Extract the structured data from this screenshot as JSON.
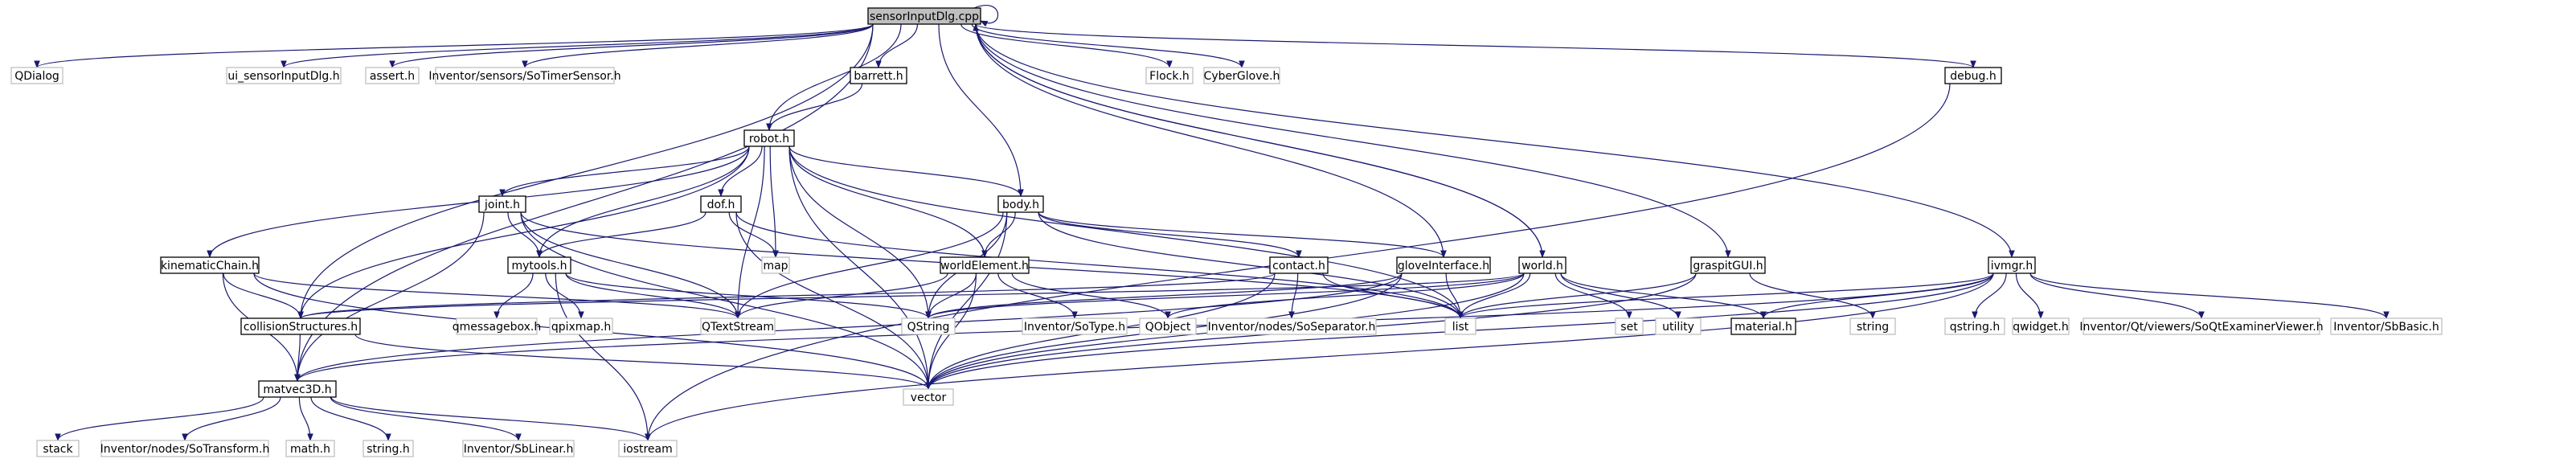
{
  "title": "sensorInputDlg.cpp",
  "colors": {
    "edge": "#191970",
    "node_border": "#000000",
    "external_border": "#bfbfbf",
    "root_fill": "#bfbfbf"
  },
  "nodes": [
    {
      "id": "sensorInputDlg.cpp",
      "label": "sensorInputDlg.cpp",
      "kind": "root"
    },
    {
      "id": "QDialog",
      "label": "QDialog",
      "kind": "external"
    },
    {
      "id": "ui_sensorInputDlg.h",
      "label": "ui_sensorInputDlg.h",
      "kind": "external"
    },
    {
      "id": "assert.h",
      "label": "assert.h",
      "kind": "external"
    },
    {
      "id": "SoTimerSensor",
      "label": "Inventor/sensors/SoTimerSensor.h",
      "kind": "external"
    },
    {
      "id": "barrett.h",
      "label": "barrett.h",
      "kind": "header"
    },
    {
      "id": "Flock.h",
      "label": "Flock.h",
      "kind": "external"
    },
    {
      "id": "CyberGlove.h",
      "label": "CyberGlove.h",
      "kind": "external"
    },
    {
      "id": "debug.h",
      "label": "debug.h",
      "kind": "header"
    },
    {
      "id": "robot.h",
      "label": "robot.h",
      "kind": "header"
    },
    {
      "id": "joint.h",
      "label": "joint.h",
      "kind": "header"
    },
    {
      "id": "dof.h",
      "label": "dof.h",
      "kind": "header"
    },
    {
      "id": "body.h",
      "label": "body.h",
      "kind": "header"
    },
    {
      "id": "kinematicChain.h",
      "label": "kinematicChain.h",
      "kind": "header"
    },
    {
      "id": "mytools.h",
      "label": "mytools.h",
      "kind": "header"
    },
    {
      "id": "map",
      "label": "map",
      "kind": "external"
    },
    {
      "id": "worldElement.h",
      "label": "worldElement.h",
      "kind": "header"
    },
    {
      "id": "contact.h",
      "label": "contact.h",
      "kind": "header"
    },
    {
      "id": "gloveInterface.h",
      "label": "gloveInterface.h",
      "kind": "header"
    },
    {
      "id": "world.h",
      "label": "world.h",
      "kind": "header"
    },
    {
      "id": "graspitGUI.h",
      "label": "graspitGUI.h",
      "kind": "header"
    },
    {
      "id": "ivmgr.h",
      "label": "ivmgr.h",
      "kind": "header"
    },
    {
      "id": "collisionStructures.h",
      "label": "collisionStructures.h",
      "kind": "header"
    },
    {
      "id": "qmessagebox.h",
      "label": "qmessagebox.h",
      "kind": "external"
    },
    {
      "id": "qpixmap.h",
      "label": "qpixmap.h",
      "kind": "external"
    },
    {
      "id": "QTextStream",
      "label": "QTextStream",
      "kind": "external"
    },
    {
      "id": "QString",
      "label": "QString",
      "kind": "external"
    },
    {
      "id": "SoType",
      "label": "Inventor/SoType.h",
      "kind": "external"
    },
    {
      "id": "QObject",
      "label": "QObject",
      "kind": "external"
    },
    {
      "id": "SoSeparator",
      "label": "Inventor/nodes/SoSeparator.h",
      "kind": "external"
    },
    {
      "id": "list",
      "label": "list",
      "kind": "external"
    },
    {
      "id": "set",
      "label": "set",
      "kind": "external"
    },
    {
      "id": "utility",
      "label": "utility",
      "kind": "external"
    },
    {
      "id": "material.h",
      "label": "material.h",
      "kind": "header"
    },
    {
      "id": "string",
      "label": "string",
      "kind": "external"
    },
    {
      "id": "qstring.h",
      "label": "qstring.h",
      "kind": "external"
    },
    {
      "id": "qwidget.h",
      "label": "qwidget.h",
      "kind": "external"
    },
    {
      "id": "SoQtExaminerViewer",
      "label": "Inventor/Qt/viewers/SoQtExaminerViewer.h",
      "kind": "external"
    },
    {
      "id": "SbBasic",
      "label": "Inventor/SbBasic.h",
      "kind": "external"
    },
    {
      "id": "matvec3D.h",
      "label": "matvec3D.h",
      "kind": "header"
    },
    {
      "id": "vector",
      "label": "vector",
      "kind": "external"
    },
    {
      "id": "stack",
      "label": "stack",
      "kind": "external"
    },
    {
      "id": "SoTransform",
      "label": "Inventor/nodes/SoTransform.h",
      "kind": "external"
    },
    {
      "id": "math.h",
      "label": "math.h",
      "kind": "external"
    },
    {
      "id": "string.h",
      "label": "string.h",
      "kind": "external"
    },
    {
      "id": "SbLinear",
      "label": "Inventor/SbLinear.h",
      "kind": "external"
    },
    {
      "id": "iostream",
      "label": "iostream",
      "kind": "external"
    }
  ],
  "edges": [
    [
      "sensorInputDlg.cpp",
      "QDialog"
    ],
    [
      "sensorInputDlg.cpp",
      "ui_sensorInputDlg.h"
    ],
    [
      "sensorInputDlg.cpp",
      "assert.h"
    ],
    [
      "sensorInputDlg.cpp",
      "SoTimerSensor"
    ],
    [
      "sensorInputDlg.cpp",
      "barrett.h"
    ],
    [
      "sensorInputDlg.cpp",
      "Flock.h"
    ],
    [
      "sensorInputDlg.cpp",
      "CyberGlove.h"
    ],
    [
      "sensorInputDlg.cpp",
      "debug.h"
    ],
    [
      "sensorInputDlg.cpp",
      "robot.h"
    ],
    [
      "sensorInputDlg.cpp",
      "body.h"
    ],
    [
      "sensorInputDlg.cpp",
      "gloveInterface.h"
    ],
    [
      "sensorInputDlg.cpp",
      "world.h"
    ],
    [
      "sensorInputDlg.cpp",
      "graspitGUI.h"
    ],
    [
      "sensorInputDlg.cpp",
      "ivmgr.h"
    ],
    [
      "sensorInputDlg.cpp",
      "collisionStructures.h"
    ],
    [
      "sensorInputDlg.cpp",
      "matvec3D.h"
    ],
    [
      "barrett.h",
      "robot.h"
    ],
    [
      "robot.h",
      "kinematicChain.h"
    ],
    [
      "robot.h",
      "joint.h"
    ],
    [
      "robot.h",
      "dof.h"
    ],
    [
      "robot.h",
      "body.h"
    ],
    [
      "robot.h",
      "mytools.h"
    ],
    [
      "robot.h",
      "map"
    ],
    [
      "robot.h",
      "worldElement.h"
    ],
    [
      "robot.h",
      "collisionStructures.h"
    ],
    [
      "robot.h",
      "QTextStream"
    ],
    [
      "robot.h",
      "QString"
    ],
    [
      "robot.h",
      "vector"
    ],
    [
      "robot.h",
      "list"
    ],
    [
      "joint.h",
      "mytools.h"
    ],
    [
      "joint.h",
      "matvec3D.h"
    ],
    [
      "joint.h",
      "list"
    ],
    [
      "joint.h",
      "vector"
    ],
    [
      "joint.h",
      "QTextStream"
    ],
    [
      "dof.h",
      "mytools.h"
    ],
    [
      "dof.h",
      "map"
    ],
    [
      "dof.h",
      "vector"
    ],
    [
      "dof.h",
      "list"
    ],
    [
      "body.h",
      "worldElement.h"
    ],
    [
      "body.h",
      "contact.h"
    ],
    [
      "body.h",
      "QTextStream"
    ],
    [
      "body.h",
      "QString"
    ],
    [
      "body.h",
      "vector"
    ],
    [
      "body.h",
      "list"
    ],
    [
      "body.h",
      "gloveInterface.h"
    ],
    [
      "kinematicChain.h",
      "collisionStructures.h"
    ],
    [
      "kinematicChain.h",
      "matvec3D.h"
    ],
    [
      "kinematicChain.h",
      "vector"
    ],
    [
      "kinematicChain.h",
      "QTextStream"
    ],
    [
      "mytools.h",
      "qmessagebox.h"
    ],
    [
      "mytools.h",
      "qpixmap.h"
    ],
    [
      "mytools.h",
      "QTextStream"
    ],
    [
      "mytools.h",
      "QString"
    ],
    [
      "mytools.h",
      "iostream"
    ],
    [
      "worldElement.h",
      "QObject"
    ],
    [
      "worldElement.h",
      "QString"
    ],
    [
      "worldElement.h",
      "SoType"
    ],
    [
      "worldElement.h",
      "vector"
    ],
    [
      "worldElement.h",
      "QTextStream"
    ],
    [
      "contact.h",
      "list"
    ],
    [
      "contact.h",
      "SoSeparator"
    ],
    [
      "contact.h",
      "vector"
    ],
    [
      "contact.h",
      "collisionStructures.h"
    ],
    [
      "gloveInterface.h",
      "list"
    ],
    [
      "gloveInterface.h",
      "vector"
    ],
    [
      "gloveInterface.h",
      "matvec3D.h"
    ],
    [
      "gloveInterface.h",
      "QString"
    ],
    [
      "world.h",
      "QObject"
    ],
    [
      "world.h",
      "QString"
    ],
    [
      "world.h",
      "list"
    ],
    [
      "world.h",
      "set"
    ],
    [
      "world.h",
      "utility"
    ],
    [
      "world.h",
      "material.h"
    ],
    [
      "world.h",
      "vector"
    ],
    [
      "world.h",
      "collisionStructures.h"
    ],
    [
      "world.h",
      "sensorInputDlg.cpp"
    ],
    [
      "graspitGUI.h",
      "list"
    ],
    [
      "graspitGUI.h",
      "string"
    ],
    [
      "graspitGUI.h",
      "vector"
    ],
    [
      "ivmgr.h",
      "list"
    ],
    [
      "ivmgr.h",
      "vector"
    ],
    [
      "ivmgr.h",
      "qstring.h"
    ],
    [
      "ivmgr.h",
      "qwidget.h"
    ],
    [
      "ivmgr.h",
      "SoQtExaminerViewer"
    ],
    [
      "ivmgr.h",
      "SbBasic"
    ],
    [
      "ivmgr.h",
      "material.h"
    ],
    [
      "ivmgr.h",
      "matvec3D.h"
    ],
    [
      "ivmgr.h",
      "iostream"
    ],
    [
      "collisionStructures.h",
      "matvec3D.h"
    ],
    [
      "collisionStructures.h",
      "vector"
    ],
    [
      "matvec3D.h",
      "stack"
    ],
    [
      "matvec3D.h",
      "SoTransform"
    ],
    [
      "matvec3D.h",
      "math.h"
    ],
    [
      "matvec3D.h",
      "string.h"
    ],
    [
      "matvec3D.h",
      "SbLinear"
    ],
    [
      "matvec3D.h",
      "iostream"
    ],
    [
      "debug.h",
      "iostream"
    ],
    [
      "sensorInputDlg.cpp",
      "sensorInputDlg.cpp"
    ]
  ]
}
